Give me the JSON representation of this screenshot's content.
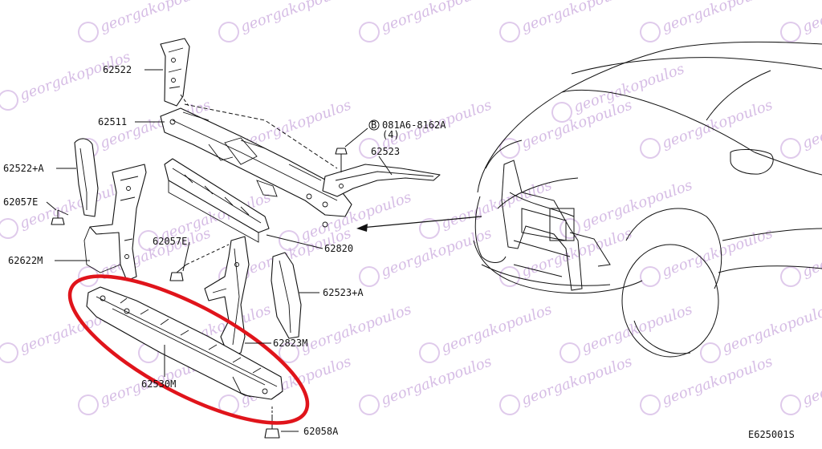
{
  "diagram_code": "E625001S",
  "watermark_text": "georgakopoulos",
  "colors": {
    "highlight": "#e0141b",
    "watermark": "#c9a7dd",
    "line": "#111111"
  },
  "parts": {
    "p62522": "62522",
    "p62511": "62511",
    "p62522A": "62522+A",
    "p62057E_left": "62057E",
    "p62622M": "62622M",
    "p62057E_mid": "62057E",
    "p62530M": "62530M",
    "p62058A": "62058A",
    "p62823M": "62823M",
    "p62523A": "62523+A",
    "p62820": "62820",
    "p62523": "62523",
    "bolt_code": "081A6-8162A",
    "bolt_qty": "(4)",
    "bolt_badge": "B"
  }
}
